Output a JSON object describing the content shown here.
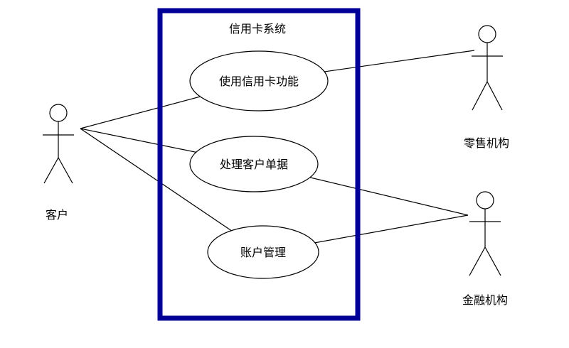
{
  "diagram": {
    "system": {
      "title": "信用卡系统"
    },
    "use_cases": [
      {
        "id": "use-credit-card-function",
        "label": "使用信用卡功能"
      },
      {
        "id": "process-customer-bills",
        "label": "处理客户单据"
      },
      {
        "id": "account-management",
        "label": "账户管理"
      }
    ],
    "actors": [
      {
        "id": "customer",
        "label": "客户",
        "side": "left"
      },
      {
        "id": "retail-organization",
        "label": "零售机构",
        "side": "right"
      },
      {
        "id": "financial-organization",
        "label": "金融机构",
        "side": "right"
      }
    ],
    "associations": [
      {
        "from": "customer",
        "to": "use-credit-card-function"
      },
      {
        "from": "customer",
        "to": "process-customer-bills"
      },
      {
        "from": "customer",
        "to": "account-management"
      },
      {
        "from": "use-credit-card-function",
        "to": "retail-organization"
      },
      {
        "from": "process-customer-bills",
        "to": "financial-organization"
      },
      {
        "from": "account-management",
        "to": "financial-organization"
      }
    ],
    "colors": {
      "boundary": "#000099",
      "line": "#000000",
      "text": "#000000",
      "background": "#ffffff"
    }
  }
}
